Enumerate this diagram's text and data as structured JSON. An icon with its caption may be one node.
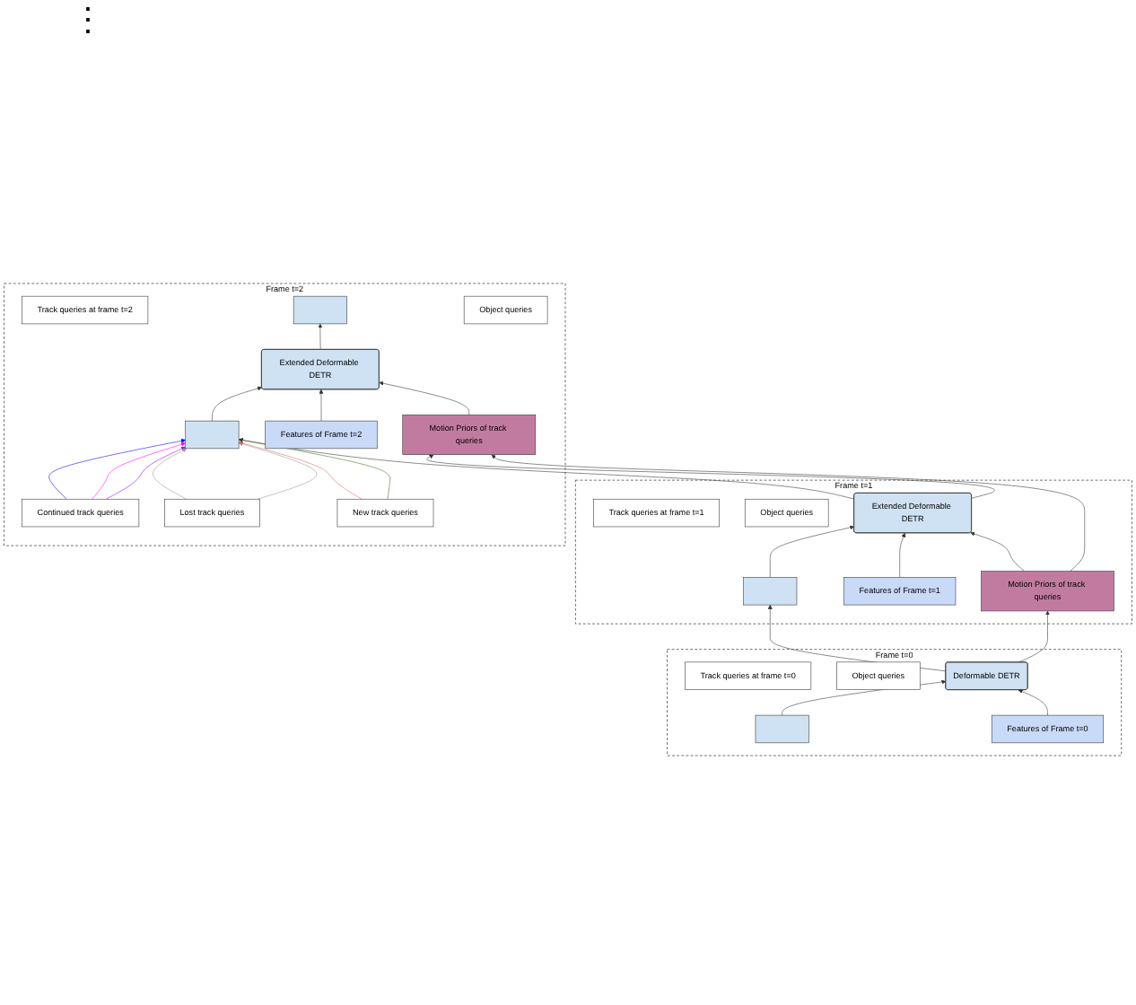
{
  "diagram": {
    "nodes": [
      {
        "text": [
          "Frame t=2"
        ]
      },
      {
        "text": [
          "Track queries at frame t=2"
        ],
        "in": 0
      },
      {
        "text": [],
        "shape": "box",
        "in": 0
      },
      {
        "text": [
          "Continued track queries"
        ],
        "in": 0
      },
      {
        "text": [
          "Object queries"
        ],
        "in": 0
      },
      {
        "text": [],
        "shape": "box",
        "in": 0
      },
      {
        "text": [
          "Extended Deformable DETR"
        ],
        "in": 0
      },
      {
        "text": [
          "Features of Frame t=2"
        ],
        "in": 0
      },
      {
        "text": [
          "Lost track queries"
        ],
        "in": 0
      },
      {
        "text": [
          "New track queries"
        ],
        "in": 0
      },
      {
        "text": [
          "Motion Priors of track queries"
        ],
        "in": 0
      },
      {
        "text": [
          "Frame t=1"
        ]
      },
      {
        "text": [
          "Track queries at frame t=1"
        ],
        "in": 11
      },
      {
        "text": [
          "Object queries"
        ],
        "in": 11
      },
      {
        "text": [],
        "shape": "box",
        "in": 11
      },
      {
        "text": [
          "Extended Deformable DETR"
        ],
        "in": 11
      },
      {
        "text": [
          "Features of Frame t=1"
        ],
        "in": 11
      },
      {
        "text": [
          "Motion Priors of track queries"
        ],
        "in": 11
      },
      {
        "text": [
          "Frame t=0"
        ]
      },
      {
        "text": [
          "Track queries at frame t=0"
        ],
        "in": 18
      },
      {
        "text": [
          "Object queries"
        ],
        "in": 18
      },
      {
        "text": [],
        "shape": "box",
        "in": 18
      },
      {
        "text": [
          "Deformable DETR"
        ],
        "in": 18
      },
      {
        "text": [
          "Features of Frame t=0"
        ],
        "in": 18
      }
    ],
    "edges": [
      {
        "from": 6,
        "to": 2,
        "arrow": "to"
      },
      {
        "from": 3,
        "to": 5,
        "arrow": "to",
        "color": "#0000ff"
      },
      {
        "from": 3,
        "to": 5,
        "arrow": "to",
        "color": "#ff00ff"
      },
      {
        "from": 3,
        "to": 5,
        "arrow": "to",
        "color": "#9900ff"
      },
      {
        "from": 5,
        "to": 6,
        "arrow": "to"
      },
      {
        "from": 7,
        "to": 6,
        "arrow": "to"
      },
      {
        "from": 8,
        "to": 5,
        "arrow": "to",
        "color": "#999999"
      },
      {
        "from": 8,
        "to": 5,
        "arrow": "to",
        "color": "#999999"
      },
      {
        "from": 9,
        "to": 5,
        "arrow": "to",
        "color": "#e06666"
      },
      {
        "from": 9,
        "to": 5,
        "arrow": "to",
        "color": "#38761d"
      },
      {
        "from": 10,
        "to": 6,
        "arrow": "to"
      },
      {
        "from": 15,
        "to": 5,
        "arrow": "to"
      },
      {
        "from": 15,
        "to": 10,
        "arrow": "to"
      },
      {
        "from": 17,
        "to": 10,
        "arrow": "to"
      },
      {
        "from": 14,
        "to": 15,
        "arrow": "to"
      },
      {
        "from": 16,
        "to": 15,
        "arrow": "to"
      },
      {
        "from": 17,
        "to": 15,
        "arrow": "to"
      },
      {
        "from": 22,
        "to": 14,
        "arrow": "to"
      },
      {
        "from": 22,
        "to": 17,
        "arrow": "to"
      },
      {
        "from": 21,
        "to": 22,
        "arrow": "to"
      },
      {
        "from": 23,
        "to": 22,
        "arrow": "to"
      }
    ],
    "labels": [
      "⋮"
    ]
  }
}
